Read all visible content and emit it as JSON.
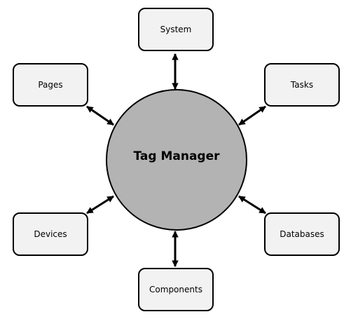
{
  "hub": {
    "label": "Tag Manager",
    "fill": "#b3b3b3"
  },
  "nodes": {
    "system": "System",
    "pages": "Pages",
    "tasks": "Tasks",
    "devices": "Devices",
    "databases": "Databases",
    "components": "Components"
  },
  "colors": {
    "node_fill": "#f2f2f2",
    "stroke": "#000000"
  },
  "connectors": "bidirectional-arrow"
}
